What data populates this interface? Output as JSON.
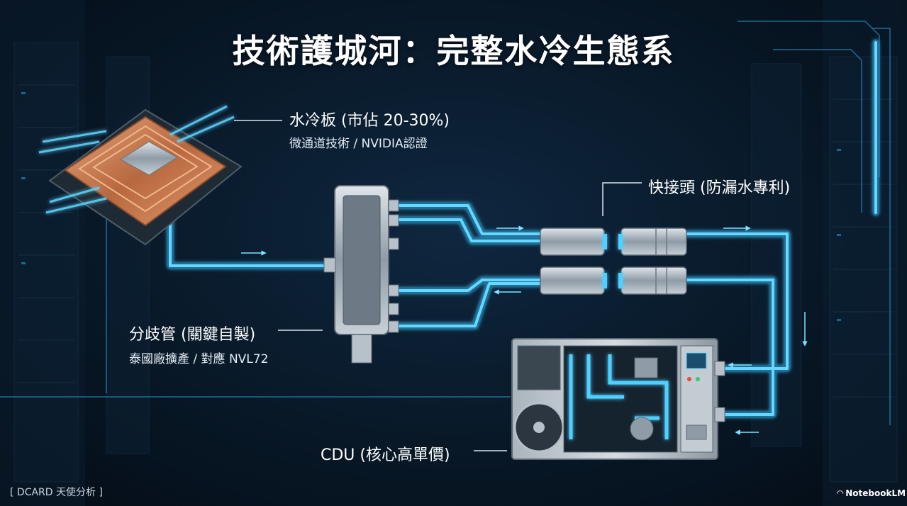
{
  "title": "技術護城河：完整水冷生態系",
  "components": {
    "cold_plate": {
      "title": "水冷板 (市佔 20-30%)",
      "subtitle": "微通道技術 / NVIDIA認證"
    },
    "quick_connector": {
      "title": "快接頭 (防漏水專利)"
    },
    "manifold": {
      "title": "分歧管 (關鍵自製)",
      "subtitle": "泰國廠擴產 / 對應 NVL72"
    },
    "cdu": {
      "title": "CDU (核心高單價)"
    }
  },
  "footer": "[ DCARD 天使分析 ]",
  "brand": {
    "name": "NotebookLM",
    "icon": "notebooklm-logo-icon"
  },
  "colors": {
    "background": "#081827",
    "pipe": "#37b8ee",
    "pipe_glow": "#7fe3ff",
    "copper": "#c67a4e",
    "metal": "#9aa6b2",
    "text": "#ffffff"
  }
}
